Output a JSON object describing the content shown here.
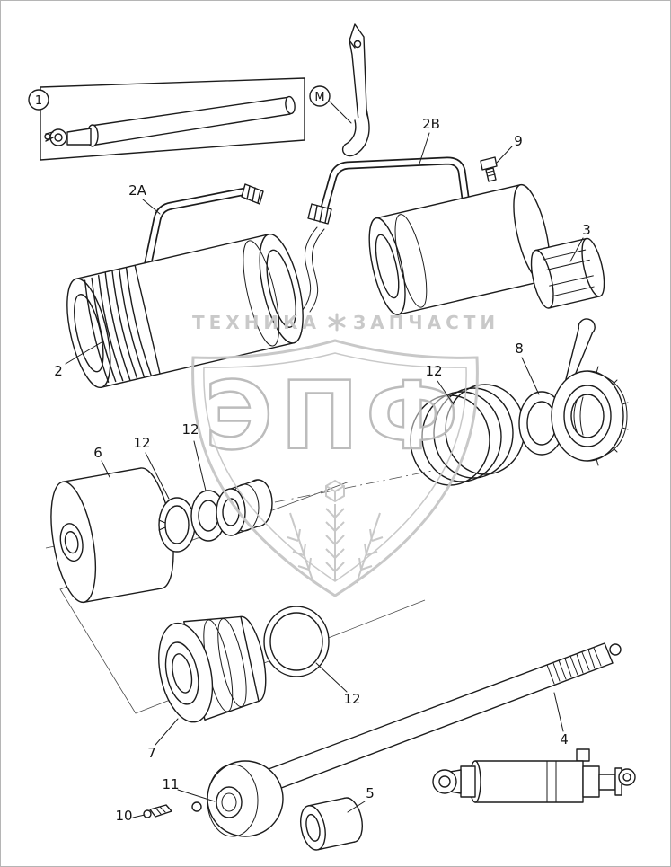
{
  "document": {
    "kind": "exploded-parts-diagram",
    "subject": "Hydraulic cylinder assembly parts drawing"
  },
  "watermark": {
    "banner_word_left": "ТЕХНИКА",
    "banner_word_right": "ЗАПЧАСТИ",
    "star_icon": "asterisk-star-icon",
    "logo_text": "ЭПФ",
    "color": "#c6c6c6"
  },
  "callouts": [
    {
      "label": "1",
      "circled": true,
      "part": "boxed-cylinder-assembly"
    },
    {
      "label": "M",
      "circled": true,
      "part": "control-lever"
    },
    {
      "label": "2A",
      "circled": false,
      "part": "handle-left"
    },
    {
      "label": "2B",
      "circled": false,
      "part": "handle-right"
    },
    {
      "label": "9",
      "circled": false,
      "part": "bolt"
    },
    {
      "label": "3",
      "circled": false,
      "part": "end-cap"
    },
    {
      "label": "2",
      "circled": false,
      "part": "cylinder-barrel"
    },
    {
      "label": "12",
      "circled": false,
      "part": "seal-coil"
    },
    {
      "label": "8",
      "circled": false,
      "part": "gland-nut"
    },
    {
      "label": "6",
      "circled": false,
      "part": "piston-end-cap"
    },
    {
      "label": "12",
      "circled": false,
      "part": "snap-ring"
    },
    {
      "label": "12",
      "circled": false,
      "part": "seal-washer"
    },
    {
      "label": "7",
      "circled": false,
      "part": "guide-collar"
    },
    {
      "label": "12",
      "circled": false,
      "part": "o-ring"
    },
    {
      "label": "4",
      "circled": false,
      "part": "piston-rod"
    },
    {
      "label": "11",
      "circled": false,
      "part": "rod-clevis"
    },
    {
      "label": "10",
      "circled": false,
      "part": "grease-fitting"
    },
    {
      "label": "5",
      "circled": false,
      "part": "bushing"
    }
  ]
}
